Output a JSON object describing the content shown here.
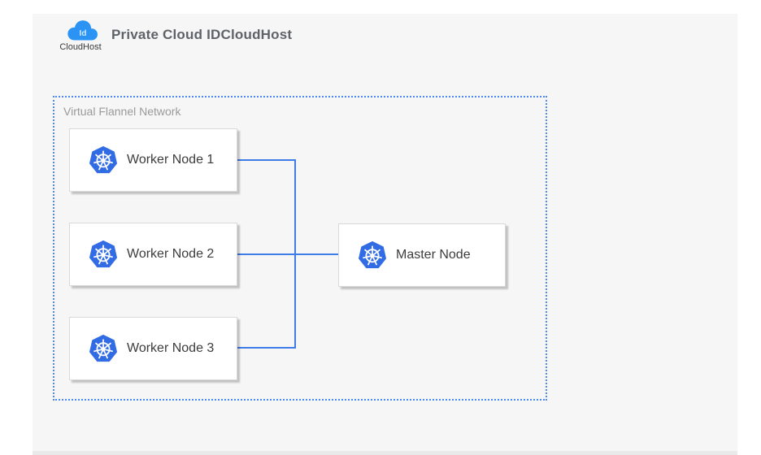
{
  "header": {
    "title": "Private Cloud IDCloudHost",
    "logo": {
      "icon": "idcloudhost-cloud-logo",
      "badge": "Id",
      "brand": "CloudHost"
    }
  },
  "diagram": {
    "network_label": "Virtual Flannel Network",
    "nodes": {
      "worker1": {
        "label": "Worker Node 1",
        "icon": "kubernetes-icon"
      },
      "worker2": {
        "label": "Worker Node 2",
        "icon": "kubernetes-icon"
      },
      "worker3": {
        "label": "Worker Node 3",
        "icon": "kubernetes-icon"
      },
      "master": {
        "label": "Master Node",
        "icon": "kubernetes-icon"
      }
    },
    "connections": [
      {
        "from": "Worker Node 1",
        "to": "Master Node"
      },
      {
        "from": "Worker Node 2",
        "to": "Master Node"
      },
      {
        "from": "Worker Node 3",
        "to": "Master Node"
      }
    ]
  },
  "colors": {
    "connector_blue": "#3e7ce8",
    "dotted_border_blue": "#4d8af0",
    "kubernetes_blue": "#326ce5",
    "logo_blue": "#2a93f4",
    "panel_background": "#f6f6f7"
  }
}
